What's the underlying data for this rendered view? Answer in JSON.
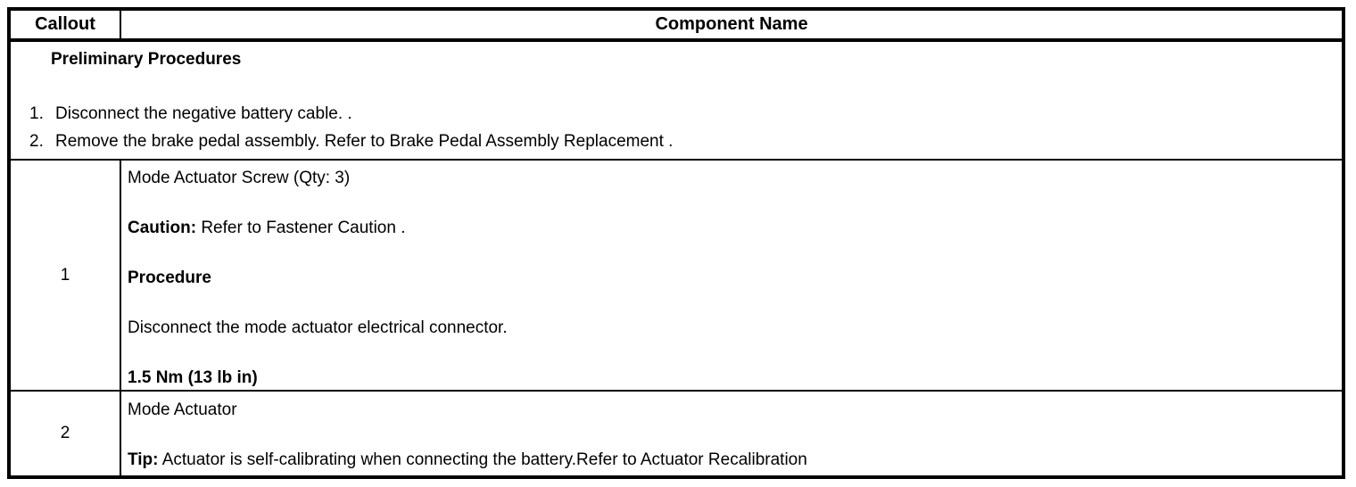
{
  "colors": {
    "border": "#000000",
    "text": "#000000",
    "background": "#ffffff"
  },
  "table": {
    "header": {
      "callout": "Callout",
      "component_name": "Component Name"
    },
    "preliminary": {
      "title": "Preliminary Procedures",
      "steps": [
        {
          "num": "1.",
          "text": "Disconnect the negative battery cable. ."
        },
        {
          "num": "2.",
          "text": "Remove the brake pedal assembly. Refer to Brake Pedal Assembly Replacement ."
        }
      ]
    },
    "rows": [
      {
        "callout": "1",
        "lines": [
          {
            "bold": "",
            "text": "Mode Actuator Screw (Qty: 3)"
          },
          {
            "bold": "Caution:",
            "text": " Refer to Fastener Caution ."
          },
          {
            "bold": "Procedure",
            "text": ""
          },
          {
            "bold": "",
            "text": "Disconnect the mode actuator electrical connector."
          },
          {
            "bold": "1.5 Nm (13 lb in)",
            "text": ""
          }
        ]
      },
      {
        "callout": "2",
        "lines": [
          {
            "bold": "",
            "text": "Mode Actuator"
          },
          {
            "bold": "Tip:",
            "text": " Actuator is self-calibrating when connecting the battery.Refer to Actuator Recalibration"
          }
        ]
      }
    ]
  }
}
